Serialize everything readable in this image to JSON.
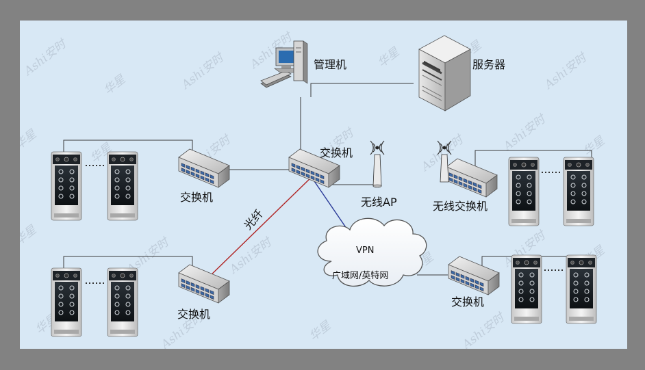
{
  "labels": {
    "admin_pc": "管理机",
    "server": "服务器",
    "core_switch": "交换机",
    "wireless_ap": "无线AP",
    "wireless_switch": "无线交换机",
    "left_top_switch": "交换机",
    "left_bottom_switch": "交换机",
    "right_bottom_switch": "交换机",
    "fiber": "光纤",
    "vpn": "VPN",
    "wan": "广域网/英特网"
  },
  "watermark": {
    "brand": "Ashi安时",
    "brand_cn": "华星"
  },
  "colors": {
    "background": "#d8e8f5",
    "frame": "#828282",
    "fiber_link": "#b02424",
    "vpn_link": "#2a3a98",
    "cable": "#3a3a3a"
  }
}
